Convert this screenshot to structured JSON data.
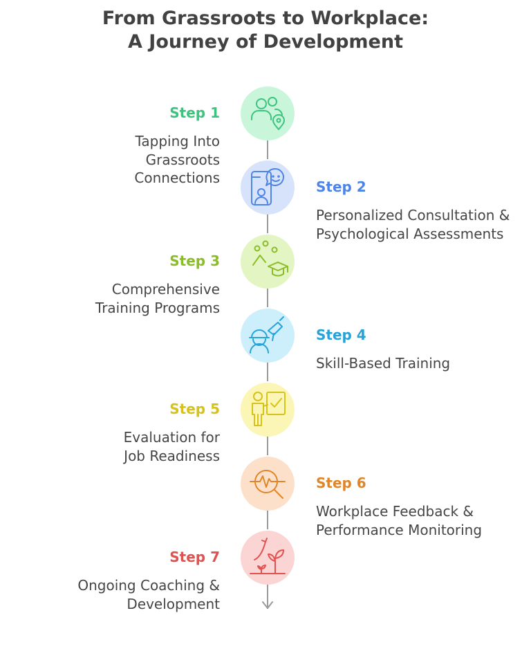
{
  "title": {
    "line1": "From Grassroots to Workplace:",
    "line2": "A Journey of Development"
  },
  "steps": [
    {
      "label": "Step 1",
      "lines": [
        "Tapping Into",
        "Grassroots",
        "Connections"
      ],
      "color": "#3cc47f",
      "fill": "#c9f6da",
      "icon": "people-location-icon"
    },
    {
      "label": "Step 2",
      "lines": [
        "Personalized Consultation &",
        "Psychological Assessments"
      ],
      "color": "#4d84e6",
      "fill": "#d6e3fa",
      "icon": "phone-consultation-icon"
    },
    {
      "label": "Step 3",
      "lines": [
        "Comprehensive",
        "Training Programs"
      ],
      "color": "#8bbd28",
      "fill": "#e3f5c2",
      "icon": "graduation-cap-icon"
    },
    {
      "label": "Step 4",
      "lines": [
        "Skill-Based Training"
      ],
      "color": "#27a3d8",
      "fill": "#cdeefb",
      "icon": "worker-drill-icon"
    },
    {
      "label": "Step 5",
      "lines": [
        "Evaluation for",
        "Job Readiness"
      ],
      "color": "#d6c21a",
      "fill": "#fbf5b6",
      "icon": "evaluation-board-icon"
    },
    {
      "label": "Step 6",
      "lines": [
        "Workplace Feedback &",
        "Performance Monitoring"
      ],
      "color": "#e0862a",
      "fill": "#fde0c9",
      "icon": "monitoring-magnifier-icon"
    },
    {
      "label": "Step 7",
      "lines": [
        "Ongoing Coaching &",
        "Development"
      ],
      "color": "#e0524f",
      "fill": "#fbd4d4",
      "icon": "growth-plant-icon"
    }
  ]
}
